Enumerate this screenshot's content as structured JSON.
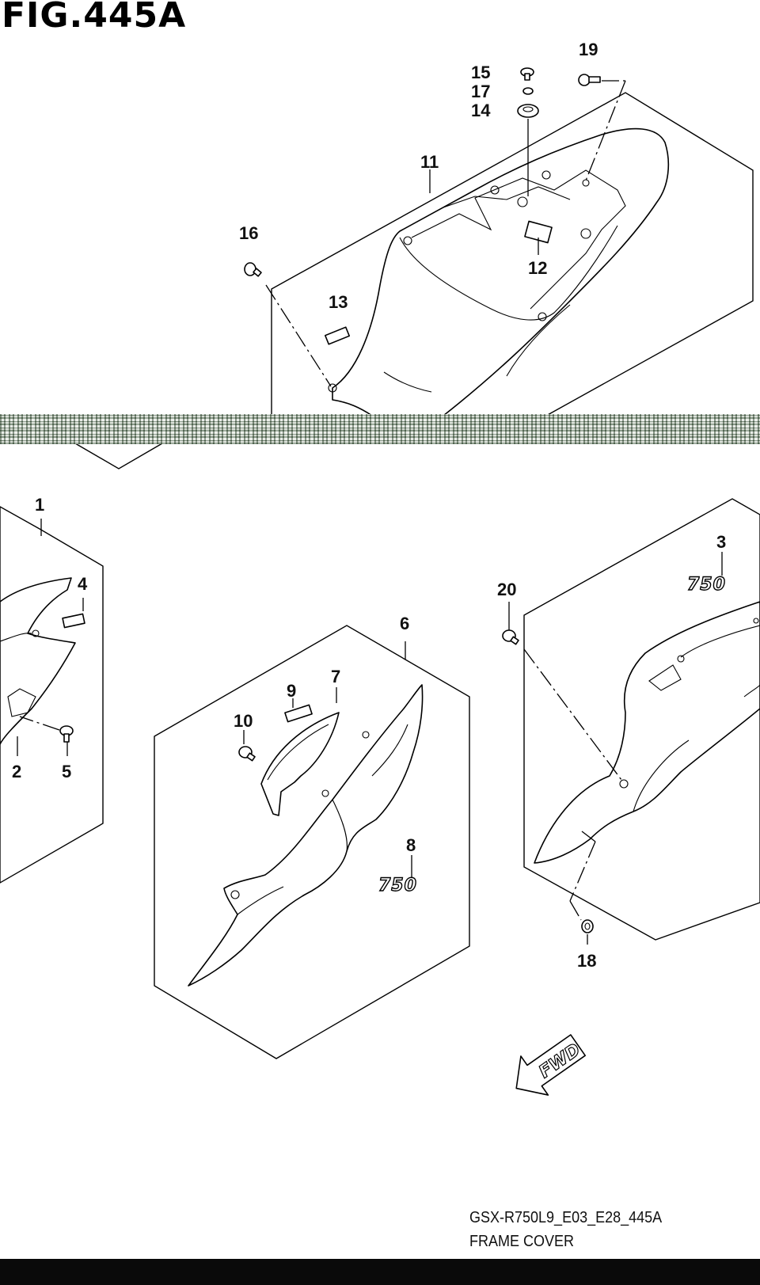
{
  "figure": {
    "title": "FIG.445A",
    "model_code": "GSX-R750L9_E03_E28_445A",
    "name": "FRAME COVER",
    "fwd_label": "FWD",
    "badge_text": "750"
  },
  "callouts": [
    "1",
    "2",
    "3",
    "4",
    "5",
    "6",
    "7",
    "8",
    "9",
    "10",
    "11",
    "12",
    "13",
    "14",
    "15",
    "16",
    "17",
    "18",
    "19",
    "20"
  ],
  "colors": {
    "ink": "#000000",
    "paper": "#ffffff",
    "bottom_bar": "#0a0a0a"
  }
}
